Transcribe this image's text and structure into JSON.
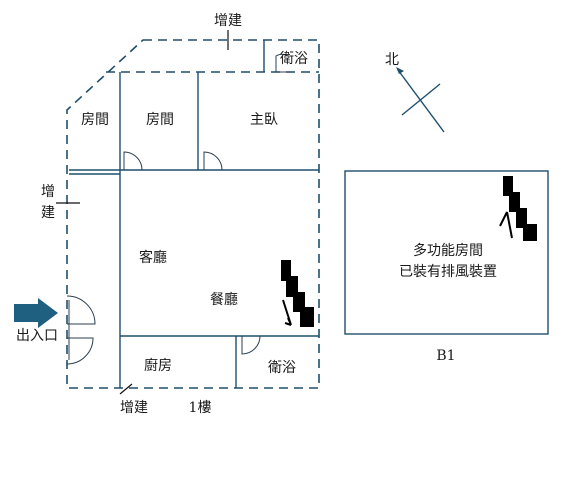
{
  "floor1": {
    "level_label": "1樓",
    "rooms": {
      "bedroom_left": "房間",
      "bedroom_mid": "房間",
      "master": "主臥",
      "bath_top": "衛浴",
      "living": "客廳",
      "dining": "餐廳",
      "kitchen": "廚房",
      "bath_bottom": "衛浴"
    },
    "annotations": {
      "ext_top": "增建",
      "ext_left_1": "增",
      "ext_left_2": "建",
      "ext_bottom": "增建",
      "entrance": "出入口"
    }
  },
  "basement": {
    "level_label": "B1",
    "room_line1": "多功能房間",
    "room_line2": "已裝有排風裝置"
  },
  "compass": {
    "north_label": "北"
  },
  "colors": {
    "wall": "#1f4e6b",
    "entrance_arrow": "#1f5f7f",
    "stairs": "#000000"
  }
}
